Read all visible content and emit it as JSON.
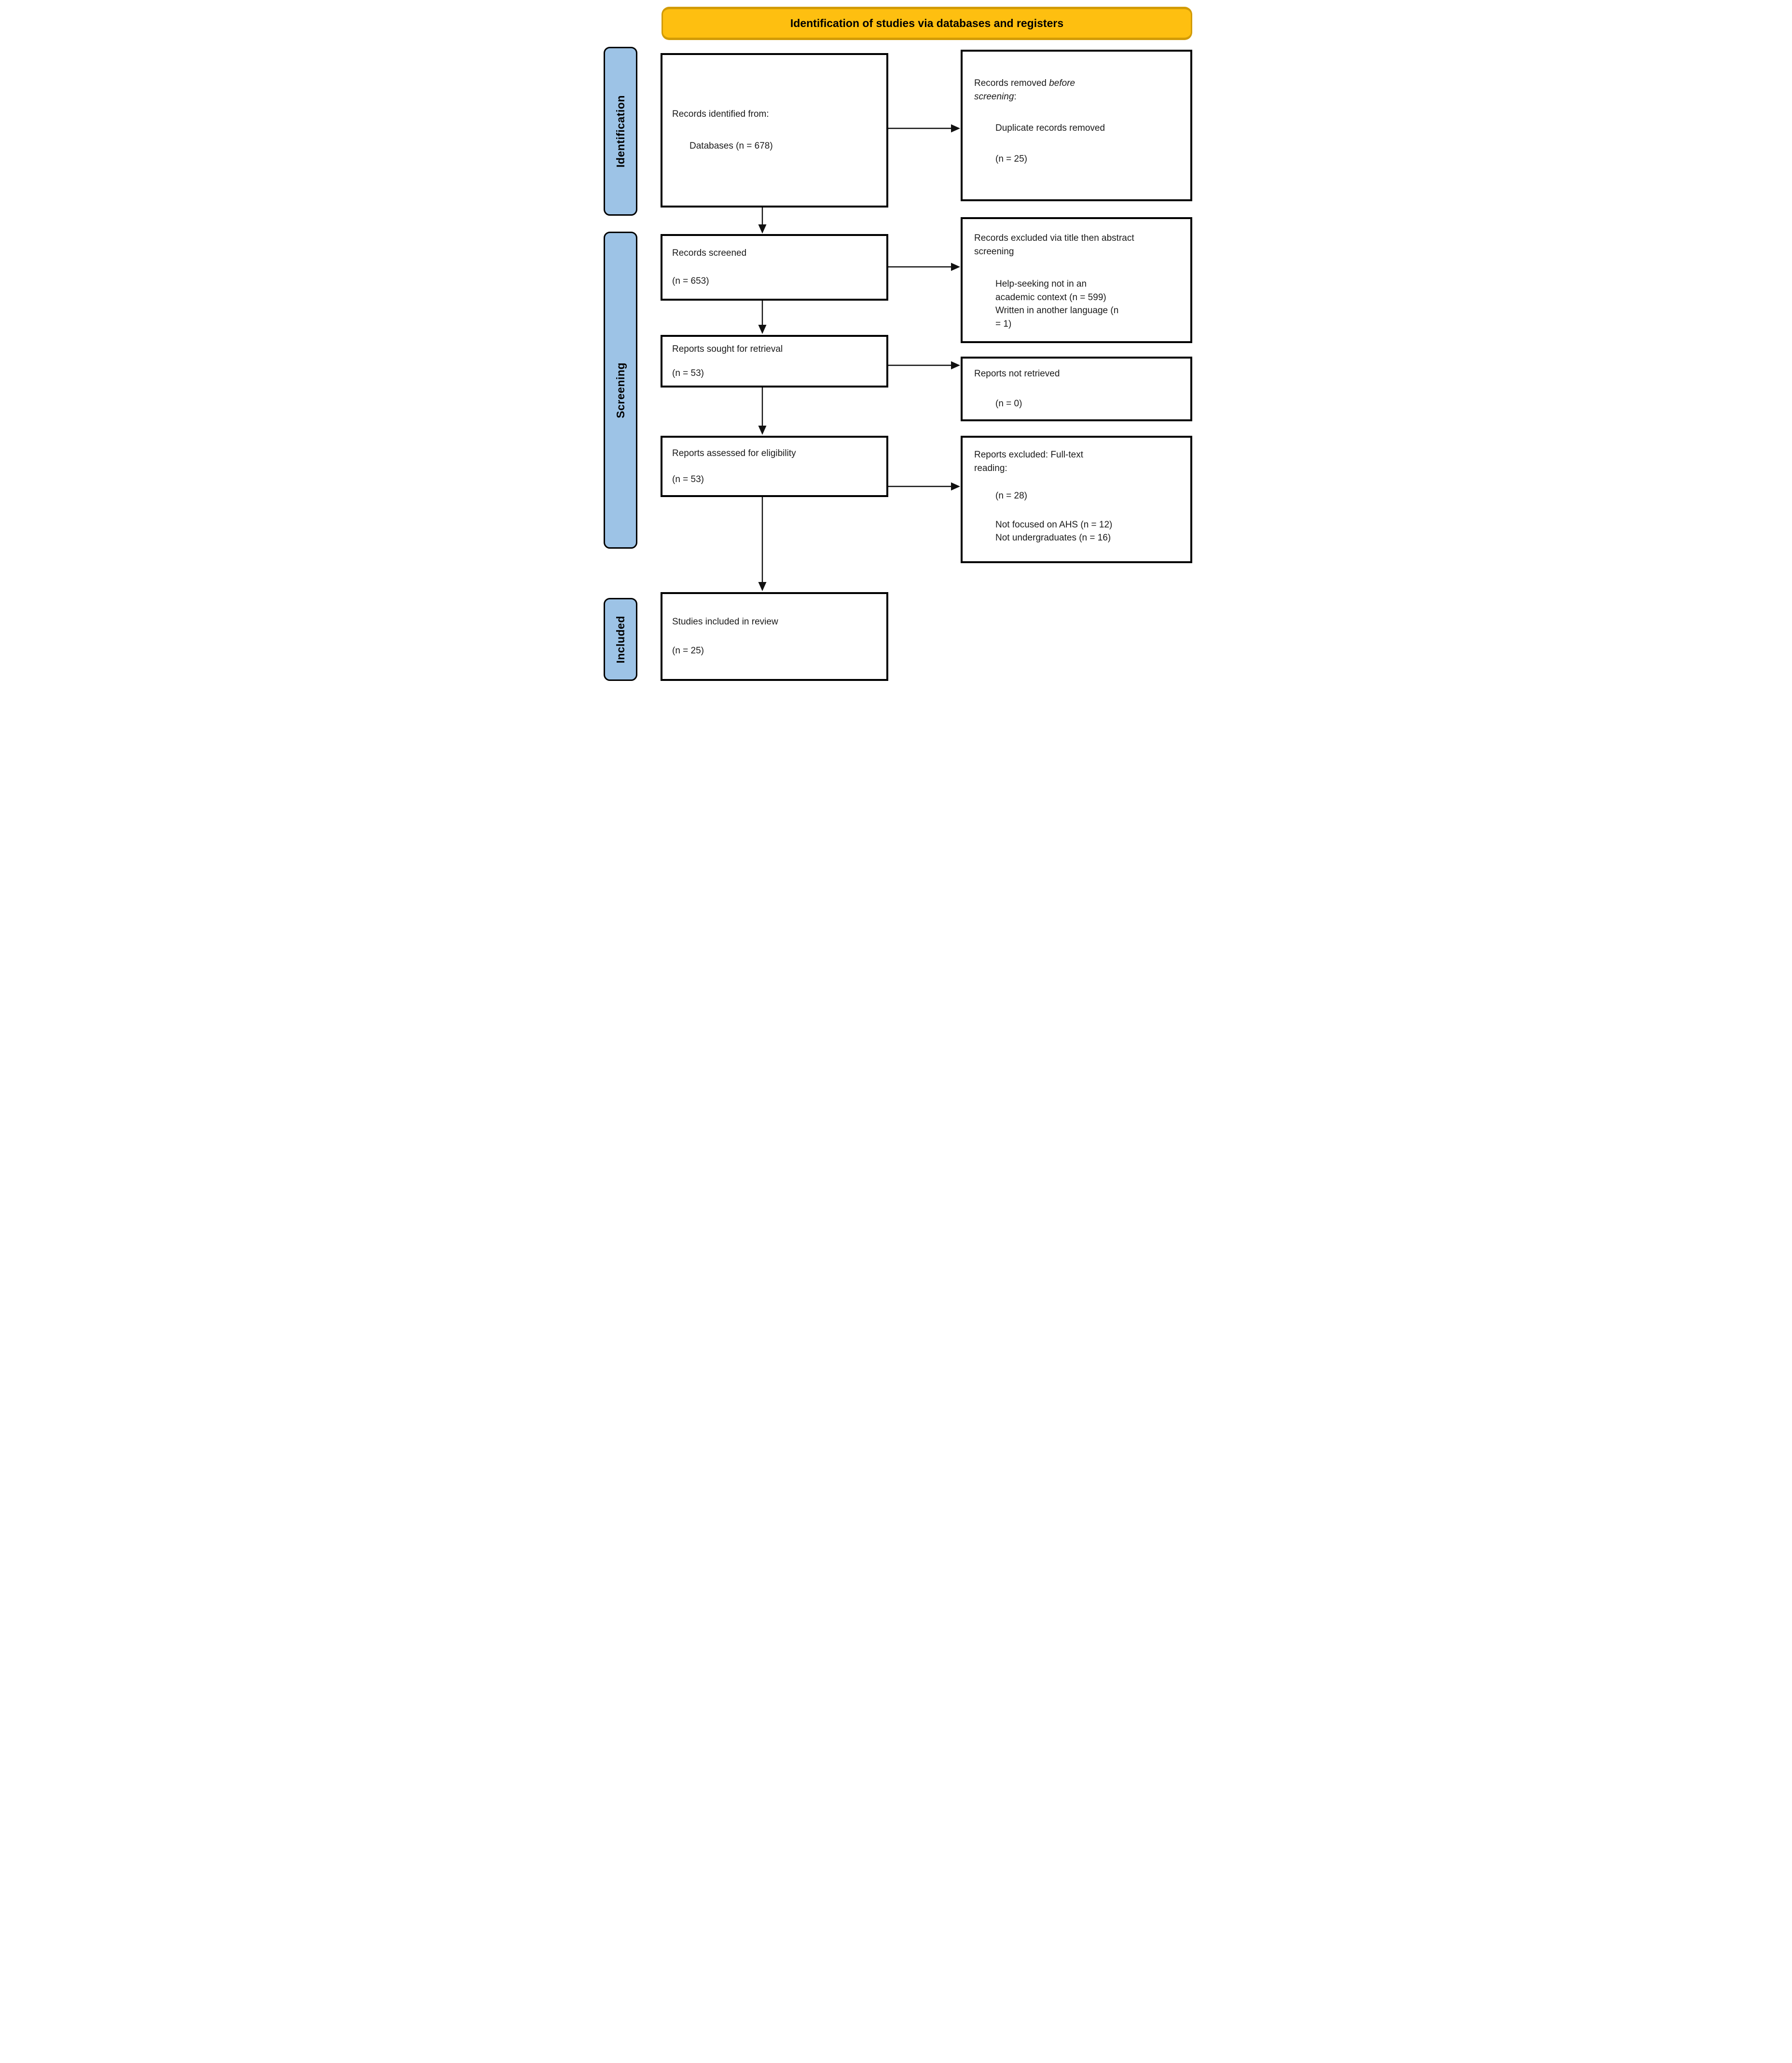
{
  "banner": {
    "title": "Identification of studies via databases and registers"
  },
  "stages": [
    {
      "id": "identification",
      "label": "Identification"
    },
    {
      "id": "screening",
      "label": "Screening"
    },
    {
      "id": "included",
      "label": "Included"
    }
  ],
  "flow_boxes": {
    "records_identified": {
      "line1": "Records identified from:",
      "line2": "Databases (n = 678)"
    },
    "records_screened": {
      "line1": "Records screened",
      "line2": "(n = 653)"
    },
    "reports_sought": {
      "line1": "Reports sought for retrieval",
      "line2": "(n = 53)"
    },
    "reports_assessed": {
      "line1": "Reports assessed for eligibility",
      "line2": "(n = 53)"
    },
    "studies_included": {
      "line1": "Studies included in review",
      "line2": "(n = 25)"
    }
  },
  "exclusion_boxes": {
    "records_removed": {
      "prefix": "Records removed ",
      "emphasis": "before screening",
      "suffix": ":",
      "detail": "Duplicate records removed",
      "count": "(n = 25)"
    },
    "records_excluded": {
      "title": "Records excluded via title then abstract screening",
      "reasons": [
        "Help-seeking not in an academic context (n = 599)",
        "Written in another language (n = 1)"
      ]
    },
    "reports_not_retrieved": {
      "title": "Reports not retrieved",
      "count": "(n = 0)"
    },
    "reports_excluded_fulltext": {
      "title": "Reports excluded: Full-text reading:",
      "count": "(n = 28)",
      "reasons": [
        "Not focused on AHS (n = 12)",
        "Not undergraduates (n = 16)"
      ]
    }
  },
  "colors": {
    "banner_fill": "#FEBF10",
    "banner_border": "#D29B06",
    "stage_fill": "#9DC3E6",
    "box_border": "#000000",
    "arrow": "#111111"
  }
}
